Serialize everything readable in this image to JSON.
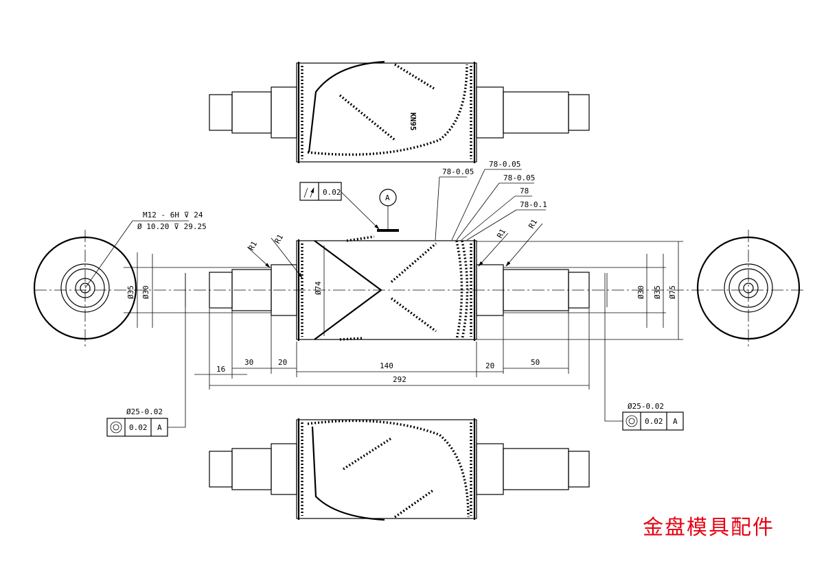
{
  "brand": "金盘模具配件",
  "brand_color": "#e60012",
  "engraving": "KN95",
  "thread_note": {
    "line1": "M12 - 6H ⊽ 24",
    "line2": "Ø 10.20 ⊽ 29.25"
  },
  "datum": "A",
  "runout_tolerance": {
    "symbol": "circular-runout",
    "value": "0.02"
  },
  "concentricity_left": {
    "size": "Ø25-0.02",
    "value": "0.02",
    "datum": "A"
  },
  "concentricity_right": {
    "size": "Ø25-0.02",
    "value": "0.02",
    "datum": "A"
  },
  "ring_callouts": [
    "78-0.05",
    "78-0.05",
    "78-0.05",
    "78",
    "78-0.1"
  ],
  "radius_labels": [
    "R1",
    "R1",
    "R1",
    "R1"
  ],
  "diameters": {
    "d35_left": "Ø35",
    "d30_left": "Ø30",
    "d74": "Ø74",
    "d30_right": "Ø30",
    "d35_right": "Ø35",
    "d75": "Ø75"
  },
  "lengths": {
    "l16": "16",
    "l30": "30",
    "l20a": "20",
    "l140": "140",
    "l20b": "20",
    "l50": "50",
    "l292": "292"
  }
}
